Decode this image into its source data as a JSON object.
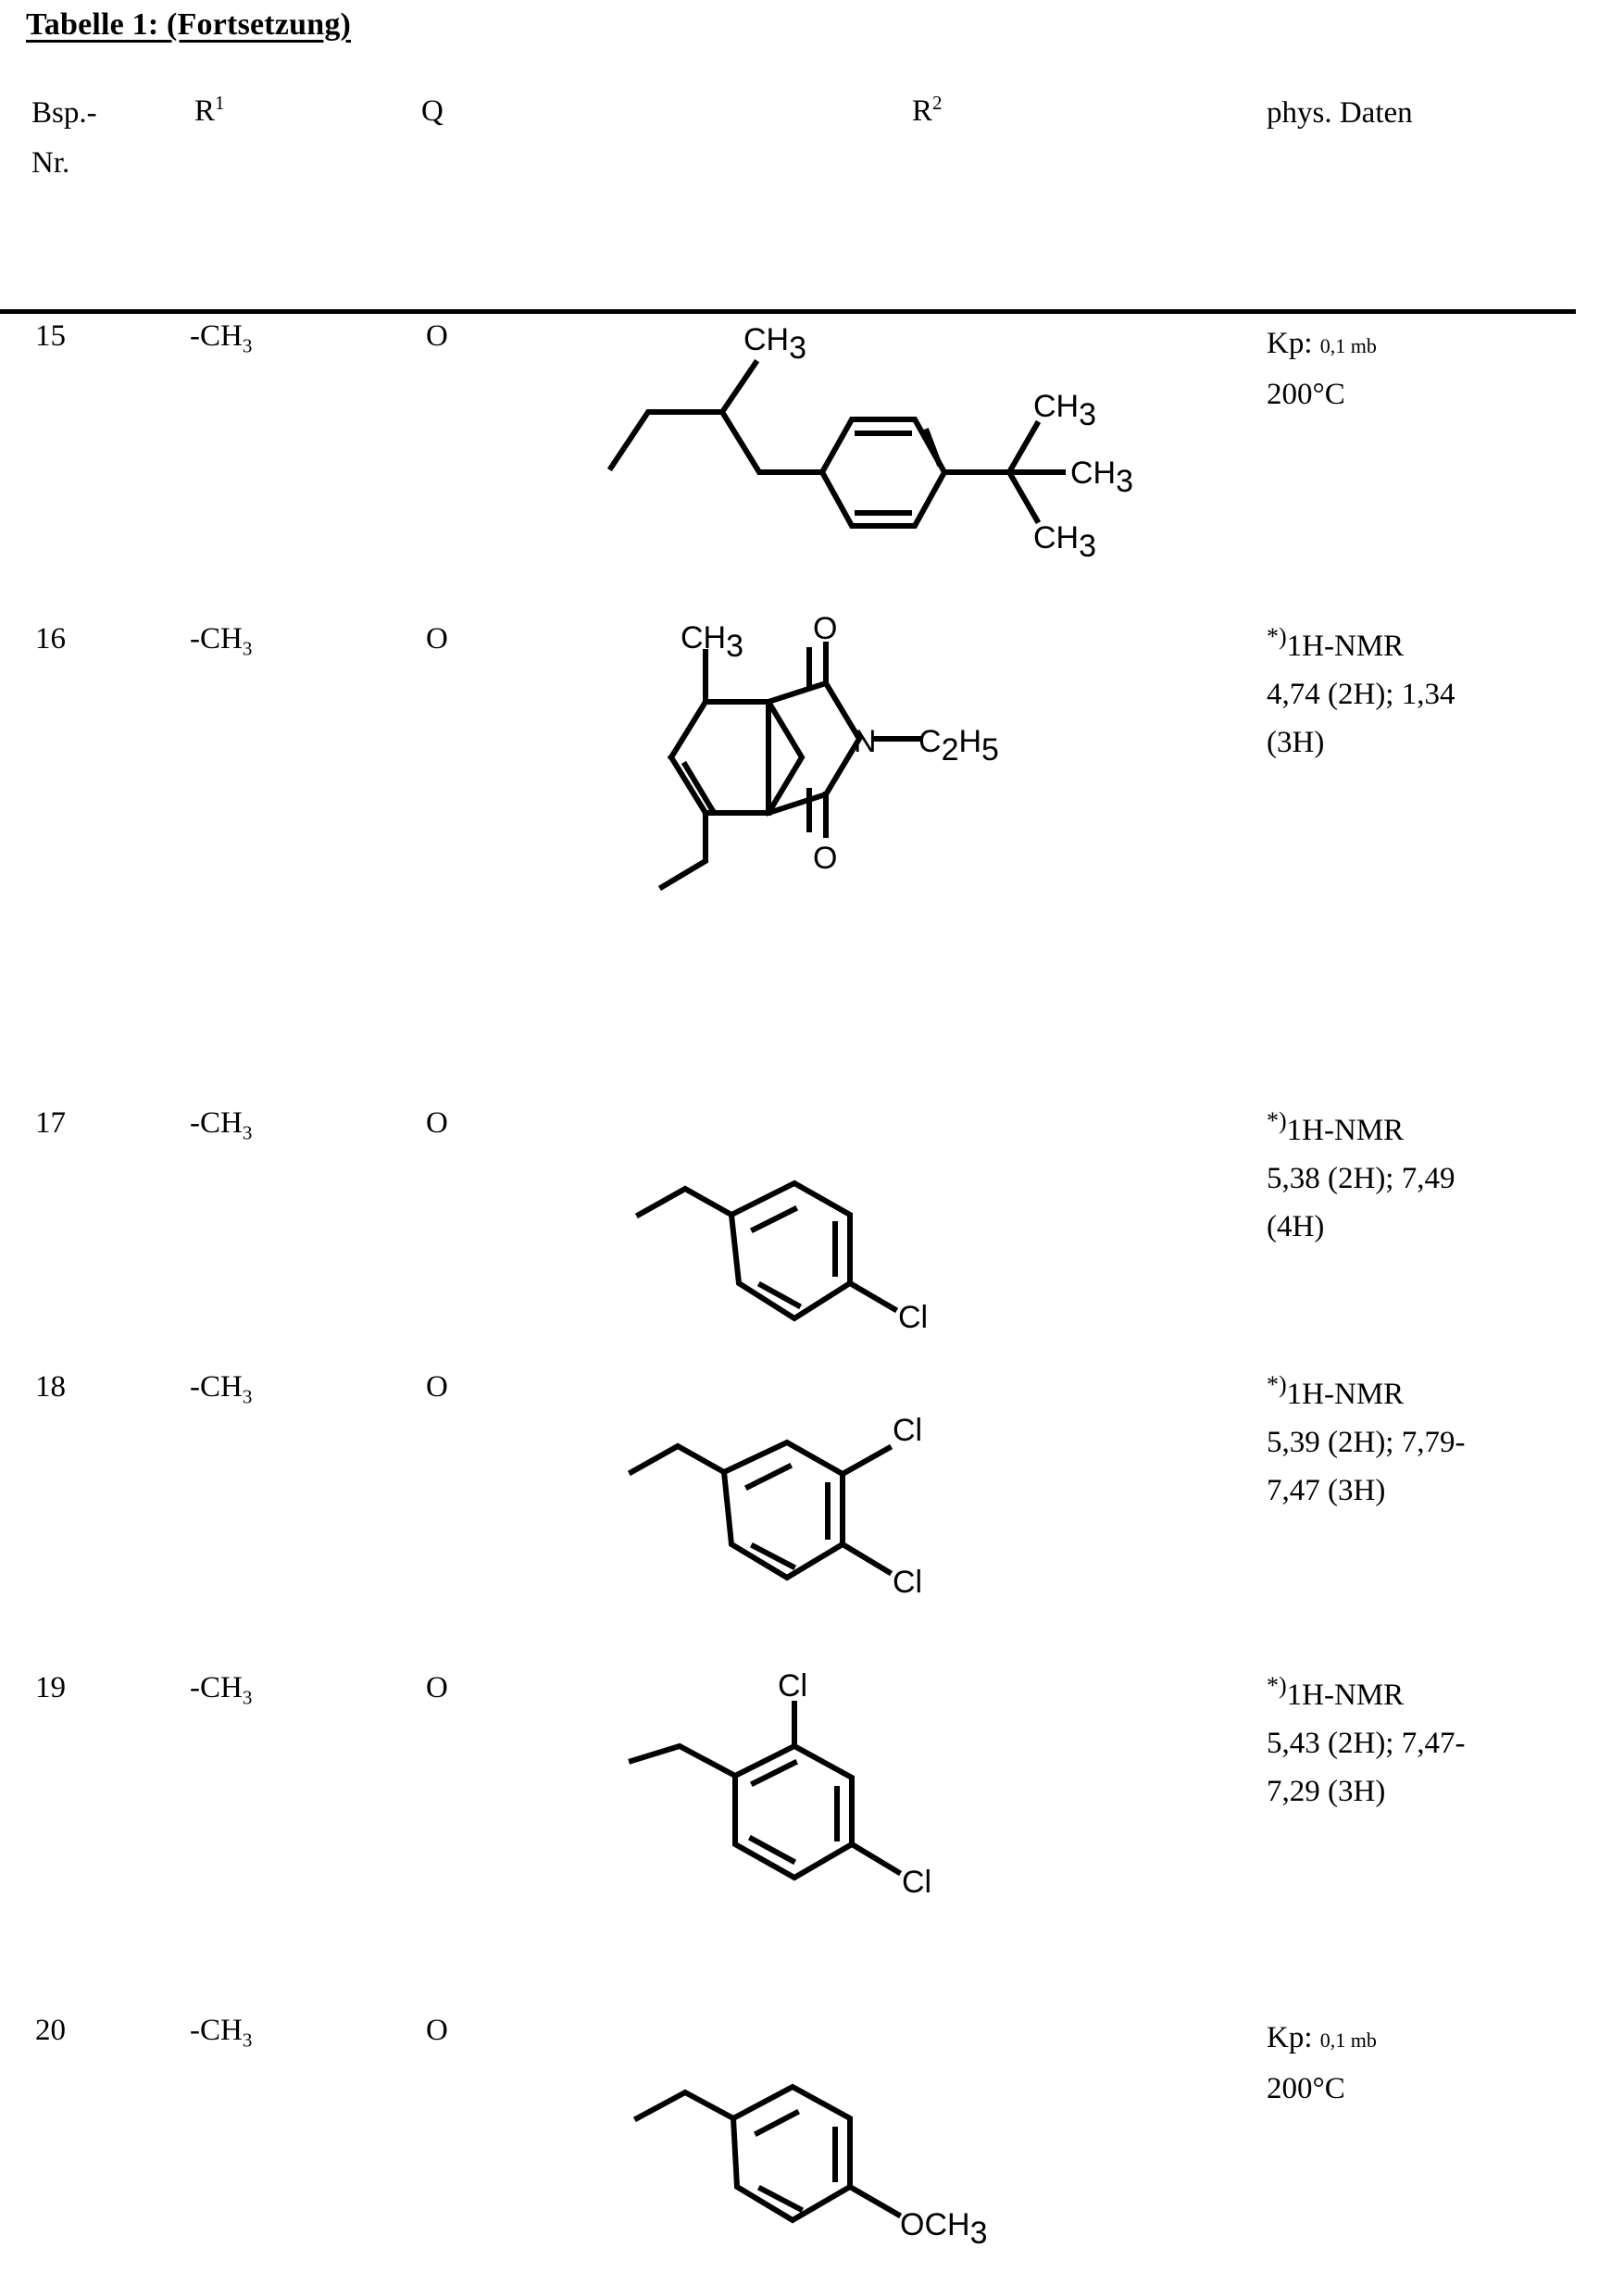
{
  "document": {
    "title": "Tabelle 1: (Fortsetzung)"
  },
  "table": {
    "headers": {
      "bsp_line1": "Bsp.-",
      "bsp_line2": "Nr.",
      "r1": "R",
      "r1_sup": "1",
      "q": "Q",
      "r2": "R",
      "r2_sup": "2",
      "phys": "phys. Daten"
    },
    "rows": [
      {
        "number": "15",
        "r1": "-CH",
        "r1_sub": "3",
        "q": "O",
        "r2_structure": "2-methylbutyl-4-tert-butylphenyl",
        "r2_labels": {
          "ch3_top": "CH",
          "ch3_top_sub": "3",
          "ch3_a": "CH",
          "ch3_a_sub": "3",
          "ch3_b": "CH",
          "ch3_b_sub": "3",
          "ch3_c": "CH",
          "ch3_c_sub": "3"
        },
        "phys_lines": [
          {
            "main": "Kp:",
            "small": "0,1 mb"
          },
          {
            "main": "200°C",
            "small": ""
          }
        ]
      },
      {
        "number": "16",
        "r1": "-CH",
        "r1_sub": "3",
        "q": "O",
        "r2_structure": "methyl-ethyl-tetrahydrophthalimide-N-ethyl",
        "r2_labels": {
          "ch3": "CH",
          "ch3_sub": "3",
          "o_top": "O",
          "o_bottom": "O",
          "n": "N",
          "dash": "—",
          "c2h5": "C",
          "c2h5_sub1": "2",
          "c2h5_h": "H",
          "c2h5_sub2": "5"
        },
        "phys_lines": [
          {
            "star": "*)",
            "main": "1H-NMR"
          },
          {
            "main": "4,74 (2H); 1,34"
          },
          {
            "main": "(3H)"
          }
        ]
      },
      {
        "number": "17",
        "r1": "-CH",
        "r1_sub": "3",
        "q": "O",
        "r2_structure": "4-chlorobenzyl",
        "r2_labels": {
          "cl": "Cl"
        },
        "phys_lines": [
          {
            "star": "*)",
            "main": "1H-NMR"
          },
          {
            "main": "5,38 (2H); 7,49"
          },
          {
            "main": "(4H)"
          }
        ]
      },
      {
        "number": "18",
        "r1": "-CH",
        "r1_sub": "3",
        "q": "O",
        "r2_structure": "3,4-dichlorobenzyl",
        "r2_labels": {
          "cl_upper": "Cl",
          "cl_lower": "Cl"
        },
        "phys_lines": [
          {
            "star": "*)",
            "main": "1H-NMR"
          },
          {
            "main": "5,39 (2H); 7,79-"
          },
          {
            "main": "7,47 (3H)"
          }
        ]
      },
      {
        "number": "19",
        "r1": "-CH",
        "r1_sub": "3",
        "q": "O",
        "r2_structure": "2,4-dichlorobenzyl",
        "r2_labels": {
          "cl_top": "Cl",
          "cl_right": "Cl"
        },
        "phys_lines": [
          {
            "star": "*)",
            "main": "1H-NMR"
          },
          {
            "main": "5,43 (2H); 7,47-"
          },
          {
            "main": "7,29 (3H)"
          }
        ]
      },
      {
        "number": "20",
        "r1": "-CH",
        "r1_sub": "3",
        "q": "O",
        "r2_structure": "4-methoxybenzyl",
        "r2_labels": {
          "och3": "OCH",
          "och3_sub": "3"
        },
        "phys_lines": [
          {
            "main": "Kp:",
            "small": "0,1 mb"
          },
          {
            "main": "200°C",
            "small": ""
          }
        ]
      }
    ]
  }
}
